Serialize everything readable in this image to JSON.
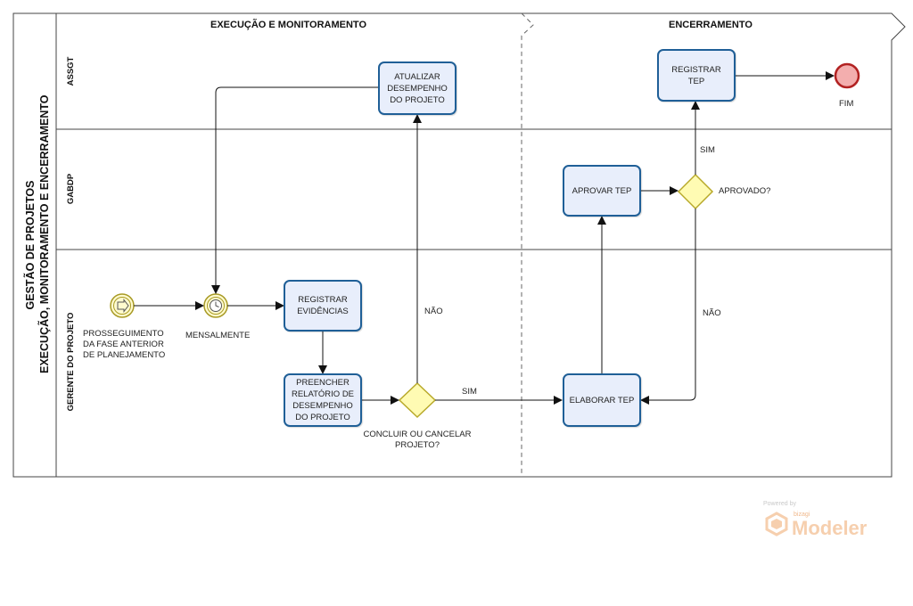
{
  "pool": {
    "title_line1": "GESTÃO DE PROJETOS",
    "title_line2": "EXECUÇÃO, MONITORAMENTO E ENCERRAMENTO"
  },
  "phases": {
    "left": "EXECUÇÃO E MONITORAMENTO",
    "right": "ENCERRAMENTO"
  },
  "lanes": {
    "assgt": "ASSGT",
    "gabdp": "GABDP",
    "gerente": "GERENTE DO PROJETO"
  },
  "tasks": {
    "atualizar": [
      "ATUALIZAR",
      "DESEMPENHO",
      "DO PROJETO"
    ],
    "registrar_evidencias": [
      "REGISTRAR",
      "EVIDÊNCIAS"
    ],
    "preencher": [
      "PREENCHER",
      "RELATÓRIO DE",
      "DESEMPENHO",
      "DO PROJETO"
    ],
    "elaborar_tep": "ELABORAR TEP",
    "aprovar_tep": "APROVAR TEP",
    "registrar_tep": "REGISTRAR TEP"
  },
  "events": {
    "start_label": [
      "PROSSEGUIMENTO",
      "DA FASE ANTERIOR",
      "DE PLANEJAMENTO"
    ],
    "timer_label": "MENSALMENTE",
    "end_label": "FIM"
  },
  "gateways": {
    "concluir": [
      "CONCLUIR OU CANCELAR",
      "PROJETO?"
    ],
    "aprovado": "APROVADO?"
  },
  "flow_labels": {
    "nao_1": "NÃO",
    "sim_1": "SIM",
    "sim_2": "SIM",
    "nao_2": "NÃO"
  },
  "watermark": {
    "powered": "Powered by",
    "brand": "bizagi",
    "product": "Modeler"
  },
  "colors": {
    "task_border": "#1f5f97",
    "task_fill": "#e8eefb",
    "gateway_fill": "#fffbb3",
    "gateway_border": "#b8a92a",
    "start_fill": "#fffbcf",
    "end_fill": "#f3aeae",
    "end_border": "#b22222"
  }
}
